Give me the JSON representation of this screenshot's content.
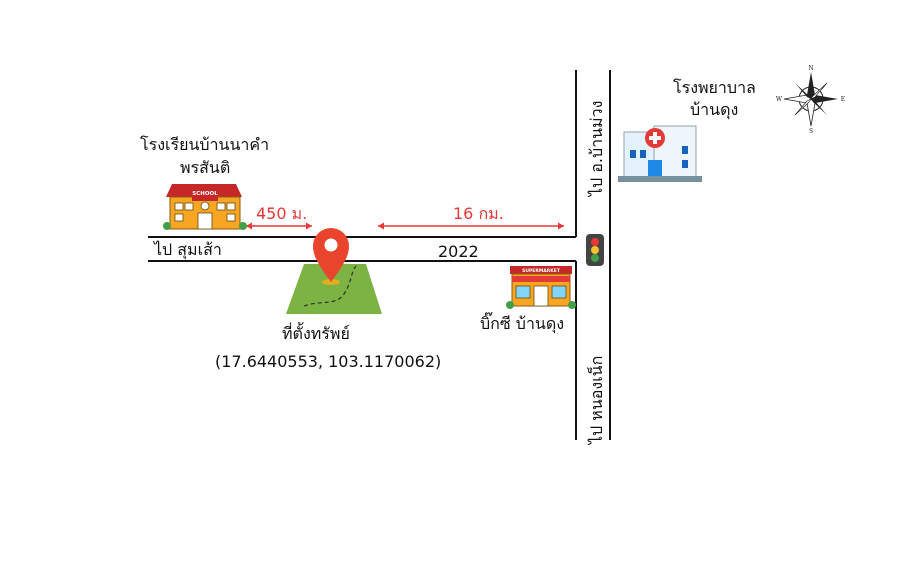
{
  "labels": {
    "school_line1": "โรงเรียนบ้านนาคำ",
    "school_line2": "พรสันติ",
    "hospital_line1": "โรงพยาบาล",
    "hospital_line2": "บ้านดุง",
    "to_suk_sao": "ไป สุมเส้า",
    "road_number": "2022",
    "dist_school": "450 ม.",
    "dist_junction": "16 กม.",
    "to_ban_muang": "ไป อ.บ้านม่วง",
    "to_nong_nek": "ไป หนองเน็ก",
    "store": "บิ๊กซี บ้านดุง",
    "property": "ที่ตั้งทรัพย์",
    "coordinates": "(17.6440553, 103.1170062)"
  },
  "icons": {
    "school": "school-icon",
    "supermarket": "supermarket-icon",
    "hospital": "hospital-icon",
    "traffic_light": "traffic-light-icon",
    "pin": "location-pin-icon",
    "compass": "compass-rose-icon"
  },
  "sign_text": {
    "school": "SCHOOL",
    "supermarket": "SUPERMARKET"
  },
  "compass_letters": {
    "n": "N",
    "e": "E",
    "s": "S",
    "w": "W"
  },
  "colors": {
    "accent_red": "#e53935",
    "road": "#111111",
    "land": "#7cb342",
    "pin": "#e8452c"
  }
}
